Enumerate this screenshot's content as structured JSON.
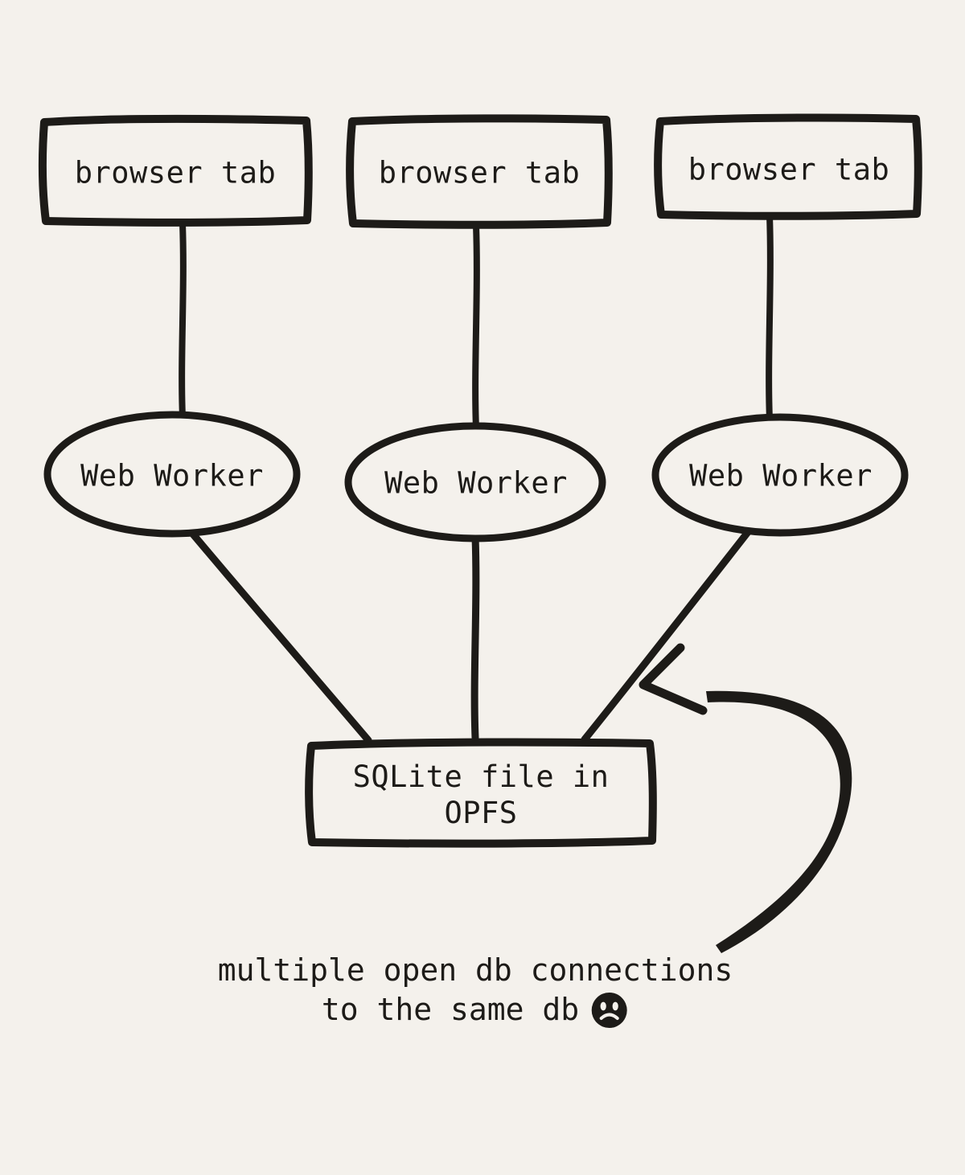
{
  "colors": {
    "background": "#f4f1ec",
    "ink": "#1d1b18"
  },
  "nodes": {
    "browser_tabs": [
      {
        "label": "browser tab"
      },
      {
        "label": "browser tab"
      },
      {
        "label": "browser tab"
      }
    ],
    "web_workers": [
      {
        "label": "Web Worker"
      },
      {
        "label": "Web Worker"
      },
      {
        "label": "Web Worker"
      }
    ],
    "database": {
      "line1": "SQLite file in",
      "line2": "OPFS"
    }
  },
  "caption": {
    "line1": "multiple open db connections",
    "line2": "to the same db",
    "emoji": "frowning-face"
  }
}
